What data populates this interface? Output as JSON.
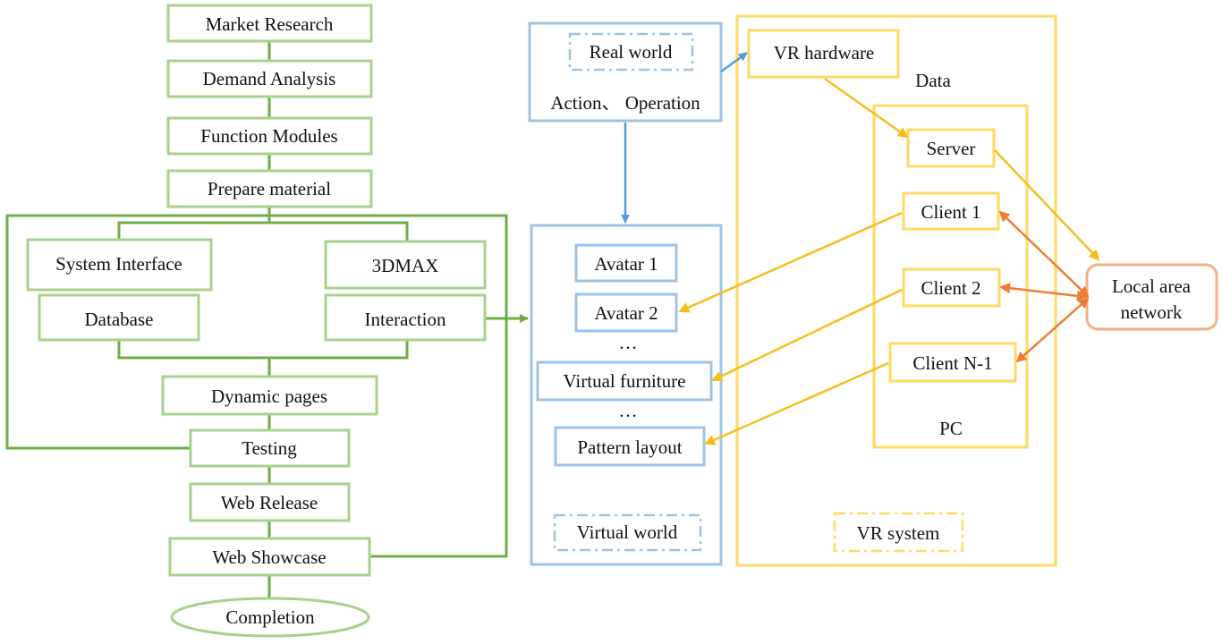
{
  "flowchart": {
    "steps": {
      "market_research": "Market Research",
      "demand_analysis": "Demand Analysis",
      "function_modules": "Function Modules",
      "prepare_material": "Prepare material",
      "system_interface": "System Interface",
      "database": "Database",
      "max3d": "3DMAX",
      "interaction": "Interaction",
      "dynamic_pages": "Dynamic pages",
      "testing": "Testing",
      "web_release": "Web Release",
      "web_showcase": "Web Showcase",
      "completion": "Completion"
    }
  },
  "real_world": {
    "title": "Real world",
    "action": "Action、 Operation"
  },
  "virtual_world": {
    "title": "Virtual world",
    "items": {
      "avatar1": "Avatar 1",
      "avatar2": "Avatar 2",
      "ellipsis1": "…",
      "furniture": "Virtual furniture",
      "ellipsis2": "…",
      "pattern": "Pattern layout"
    }
  },
  "vr_system": {
    "title": "VR system",
    "hardware": "VR hardware",
    "data": "Data",
    "pc": "PC",
    "server": "Server",
    "client1": "Client 1",
    "client2": "Client 2",
    "clientn": "Client N-1"
  },
  "lan": {
    "line1": "Local area",
    "line2": "network"
  },
  "colors": {
    "flow_box": "#a9d18e",
    "flow_line": "#70ad47",
    "blue": "#9dc3e6",
    "blue_arrow": "#5b9bd5",
    "yellow": "#ffd966",
    "yellow_arrow": "#f5be1e",
    "orange": "#ed7d31",
    "lan_border": "#f4b183"
  }
}
